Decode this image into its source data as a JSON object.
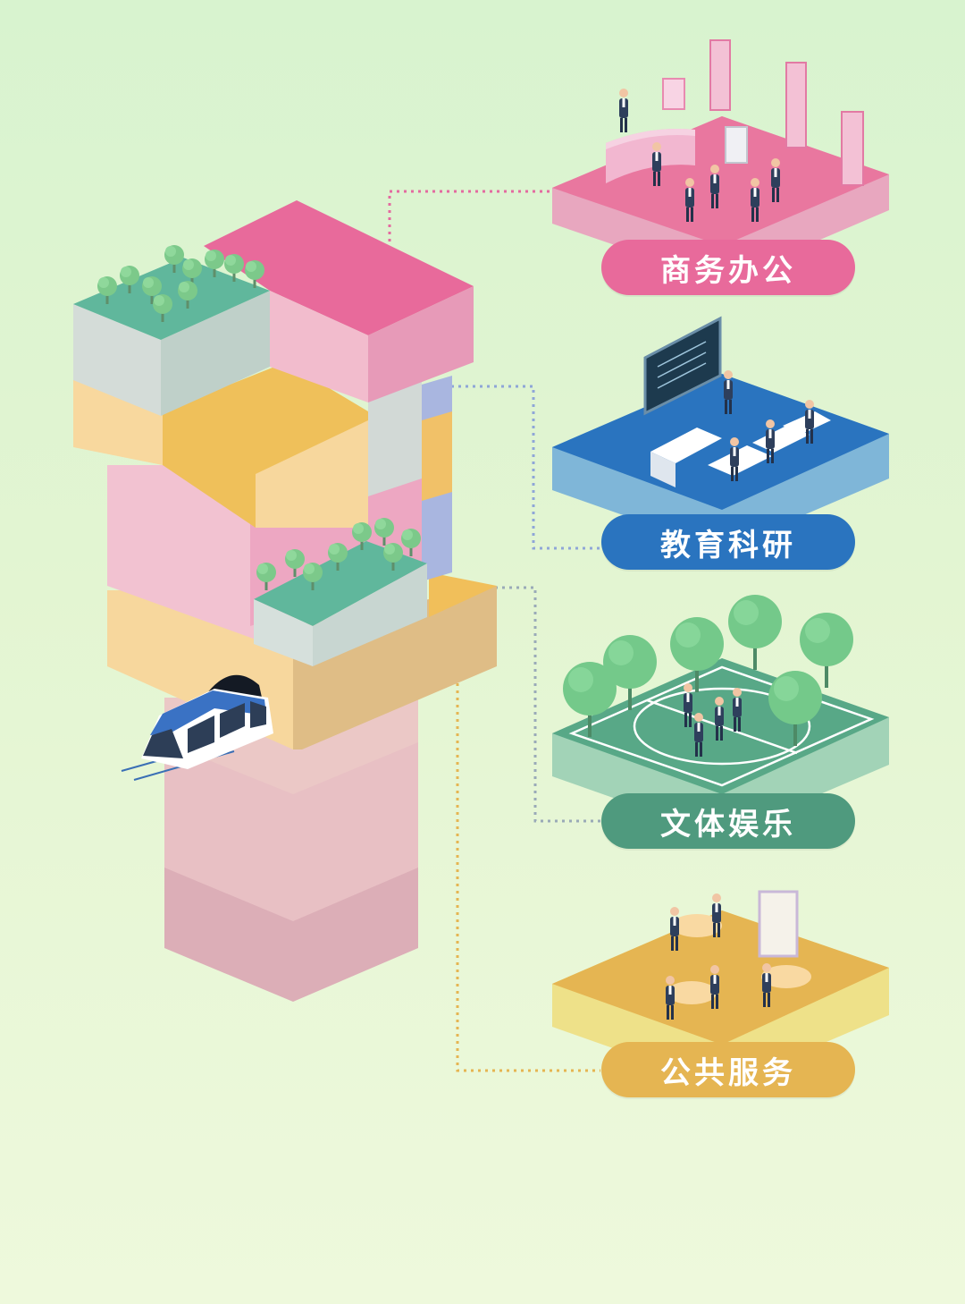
{
  "categories": [
    {
      "id": "business",
      "label": "商务办公",
      "color": "#e86a9b"
    },
    {
      "id": "education",
      "label": "教育科研",
      "color": "#2a74bf"
    },
    {
      "id": "entertainment",
      "label": "文体娱乐",
      "color": "#4f9a7e"
    },
    {
      "id": "public",
      "label": "公共服务",
      "color": "#e5b552"
    }
  ],
  "icons": [
    "tree-icon",
    "train-icon",
    "person-icon",
    "blackboard-icon",
    "basketball-court-icon",
    "dining-table-icon"
  ]
}
